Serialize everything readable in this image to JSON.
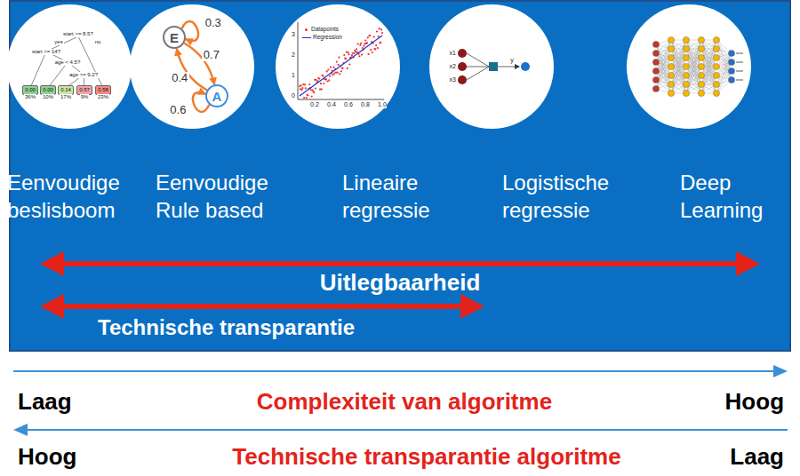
{
  "diagram": {
    "nodes": [
      {
        "text": [
          "Eenvoudige beslisboom"
        ]
      },
      {
        "text": [
          "Eenvoudige Rule based"
        ]
      },
      {
        "text": [
          "E"
        ],
        "in": 1
      },
      {
        "text": [
          "A"
        ],
        "in": 1
      },
      {
        "text": [
          "Lineaire regressie"
        ]
      },
      {
        "text": [
          "Logistische regressie"
        ]
      },
      {
        "text": [
          "Deep Learning"
        ]
      }
    ],
    "edges": [
      {
        "from": 2,
        "to": 2,
        "label": "0.3",
        "arrow": "to"
      },
      {
        "from": 2,
        "to": 3,
        "label": "0.7",
        "arrow": "to"
      },
      {
        "from": 3,
        "to": 2,
        "label": "0.4",
        "arrow": "to"
      },
      {
        "from": 3,
        "to": 3,
        "label": "0.6",
        "arrow": "to"
      }
    ],
    "labels": [
      "yes",
      "no",
      "start >= 8.5?",
      "start >= 14?",
      "age < 4.5?",
      "age >= 9.2?",
      "0.00",
      "0.00",
      "0.14",
      "0.57",
      "0.58",
      "36%",
      "10%",
      "17%",
      "9%",
      "23%",
      "0.2",
      "0.4",
      "0.6",
      "0.8",
      "1.0",
      "0",
      "1",
      "2",
      "3",
      "x1",
      "x2",
      "x3",
      "y",
      "Uitlegbaarheid",
      "Technische transparantie",
      "Laag",
      "Complexiteit van algoritme",
      "Hoog",
      "Hoog",
      "Technische transparantie algoritme",
      "Laag"
    ],
    "legend": [
      {
        "text": "Datapoints"
      },
      {
        "text": "Regression"
      }
    ]
  }
}
